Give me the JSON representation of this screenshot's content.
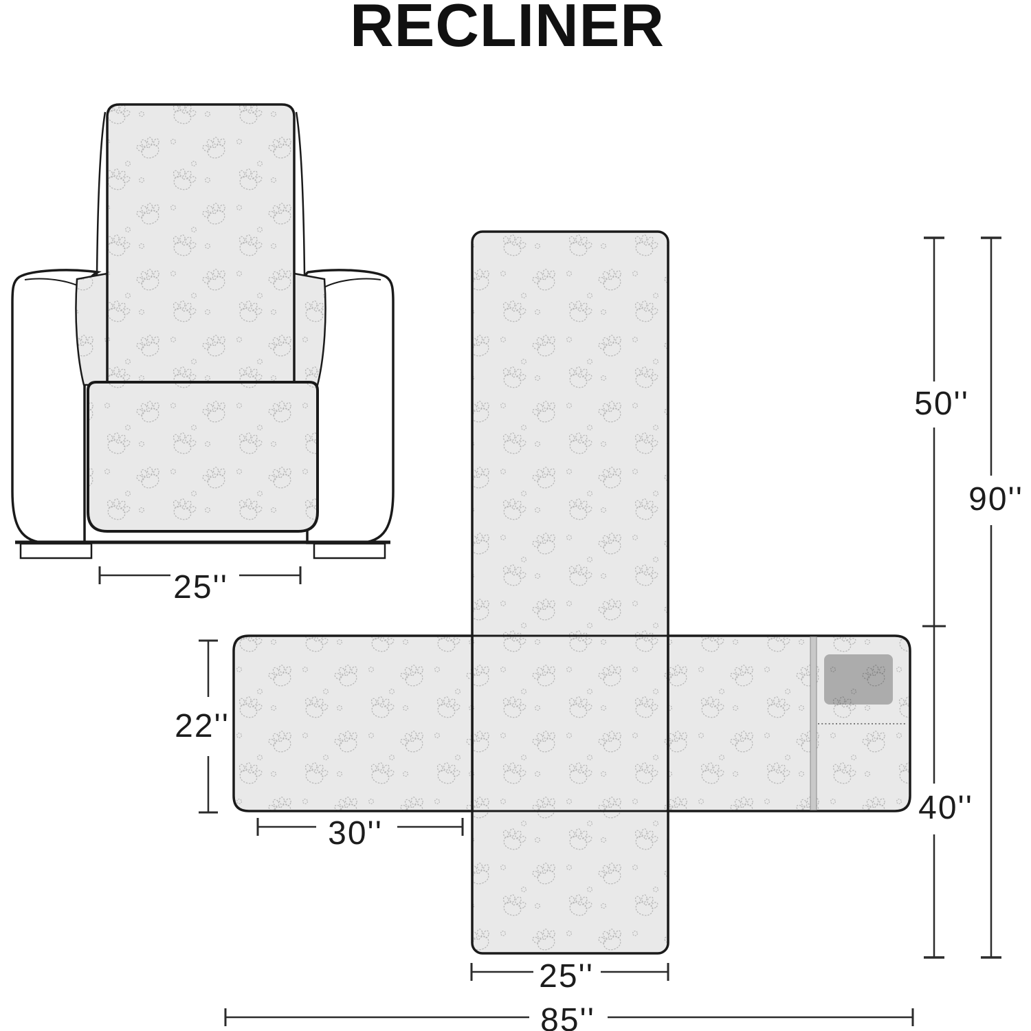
{
  "title": "RECLINER",
  "dimensions": {
    "chair_seat_width": "25''",
    "side_flap_height": "22''",
    "side_flap_width": "30''",
    "center_strip_width": "25''",
    "total_width": "85''",
    "backrest_length": "50''",
    "total_length": "90''",
    "seat_front_length": "40''"
  },
  "icons": {
    "pattern": "paw-print-pattern"
  },
  "colors": {
    "outline": "#1a1a1a",
    "fabric_fill": "#e9e9e9",
    "paw_print_line": "#b4b4b4",
    "pocket_shade": "#9e9e9e",
    "seam_band": "#c9c9c9",
    "dimension_line": "#2b2b2b",
    "background": "#ffffff"
  }
}
